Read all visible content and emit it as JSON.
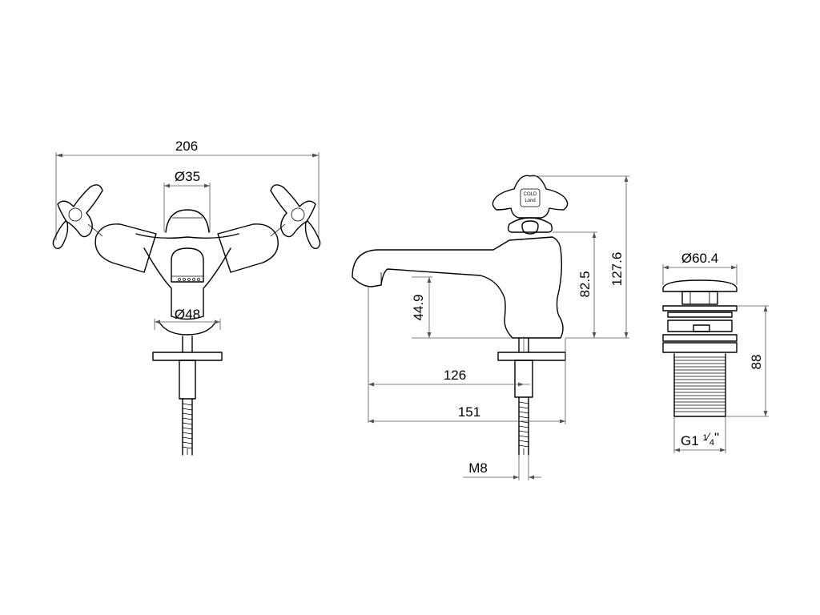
{
  "dimensions": {
    "overall_width": "206",
    "spout_diameter": "Ø35",
    "base_diameter": "Ø48",
    "spout_height": "44.9",
    "handle_height": "82.5",
    "total_height": "127.6",
    "spout_reach": "126",
    "total_depth": "151",
    "thread": "M8",
    "waste_diameter": "Ø60.4",
    "waste_height": "88",
    "waste_thread_prefix": "G1 ",
    "waste_thread_num": "1",
    "waste_thread_den": "4",
    "waste_thread_suffix": "\""
  },
  "handle_markings": {
    "cap_label": "COLD",
    "maker_label": "Lond"
  }
}
